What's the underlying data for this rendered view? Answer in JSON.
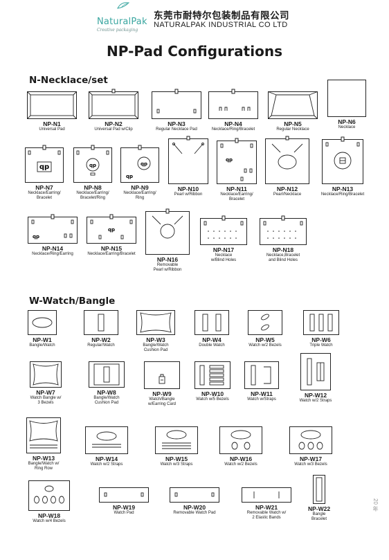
{
  "header": {
    "logo_word": "NaturalPak",
    "logo_tagline": "Creative packaging",
    "company_cn": "东莞市耐特尔包装制品有限公司",
    "company_en": "NATURALPAK INDUSTRIAL CO LTD"
  },
  "title": "NP-Pad Configurations",
  "necklace_section": {
    "title": "N-Necklace/set",
    "items": [
      {
        "code": "NP-N1",
        "desc": "Universal Pad"
      },
      {
        "code": "NP-N2",
        "desc": "Universal Pad w/Clip"
      },
      {
        "code": "NP-N3",
        "desc": "Regular Necklace Pad"
      },
      {
        "code": "NP-N4",
        "desc": "Necklace/Ring/Bracelet"
      },
      {
        "code": "NP-N5",
        "desc": "Regular Necklace"
      },
      {
        "code": "NP-N6",
        "desc": "Necklace"
      },
      {
        "code": "NP-N7",
        "desc": "Necklace/Earring/\nBracelet"
      },
      {
        "code": "NP-N8",
        "desc": "Necklace/Earring/\nBracelet/Ring"
      },
      {
        "code": "NP-N9",
        "desc": "Necklace/Earring/\nRing"
      },
      {
        "code": "NP-N10",
        "desc": "Pearl w/Ribbon"
      },
      {
        "code": "NP-N11",
        "desc": "Necklace/Earring/\nBracelet"
      },
      {
        "code": "NP-N12",
        "desc": "Pearl/Necklace"
      },
      {
        "code": "NP-N13",
        "desc": "Necklace/Ring/Bracelet"
      },
      {
        "code": "NP-N14",
        "desc": "Necklace/Ring/Earring"
      },
      {
        "code": "NP-N15",
        "desc": "Necklace/Earring/Bracelet"
      },
      {
        "code": "NP-N16",
        "desc": "Removable\nPearl w/Ribbon"
      },
      {
        "code": "NP-N17",
        "desc": "Necklace\nw/Blind Holes"
      },
      {
        "code": "NP-N18",
        "desc": "Necklace,Bracelet\nand Blind Holes"
      }
    ]
  },
  "watch_section": {
    "title": "W-Watch/Bangle",
    "items": [
      {
        "code": "NP-W1",
        "desc": "Bangle/Watch"
      },
      {
        "code": "NP-W2",
        "desc": "Regular/Watch"
      },
      {
        "code": "NP-W3",
        "desc": "Bangle/Watch\nCushion Pad"
      },
      {
        "code": "NP-W4",
        "desc": "Double Watch"
      },
      {
        "code": "NP-W5",
        "desc": "Watch w/2 Bezels"
      },
      {
        "code": "NP-W6",
        "desc": "Triple Watch"
      },
      {
        "code": "NP-W7",
        "desc": "Watch Bangle w/\n3 Bezels"
      },
      {
        "code": "NP-W8",
        "desc": "Bangle/Watch\nCushion Pad"
      },
      {
        "code": "NP-W9",
        "desc": "Watch/Bangle\nw/Earring Card"
      },
      {
        "code": "NP-W10",
        "desc": "Watch w/5 Bezels"
      },
      {
        "code": "NP-W11",
        "desc": "Watch w/Straps"
      },
      {
        "code": "NP-W12",
        "desc": "Watch w/2 Straps"
      },
      {
        "code": "NP-W13",
        "desc": "Bangle/Watch w/\nRing Row"
      },
      {
        "code": "NP-W14",
        "desc": "Watch w/2 Straps"
      },
      {
        "code": "NP-W15",
        "desc": "Watch w/3 Straps"
      },
      {
        "code": "NP-W16",
        "desc": "Watch w/2 Bezels"
      },
      {
        "code": "NP-W17",
        "desc": "Watch w/3 Bezels"
      },
      {
        "code": "NP-W18",
        "desc": "Watch w/4 Bezels"
      },
      {
        "code": "NP-W19",
        "desc": "Watch Pad"
      },
      {
        "code": "NP-W20",
        "desc": "Removable Watch Pad"
      },
      {
        "code": "NP-W21",
        "desc": "Removable Watch w/\n2 Elastic Bands"
      },
      {
        "code": "NP-W22",
        "desc": "Bangle\nBracelet"
      }
    ]
  },
  "side_mark": "20 年"
}
